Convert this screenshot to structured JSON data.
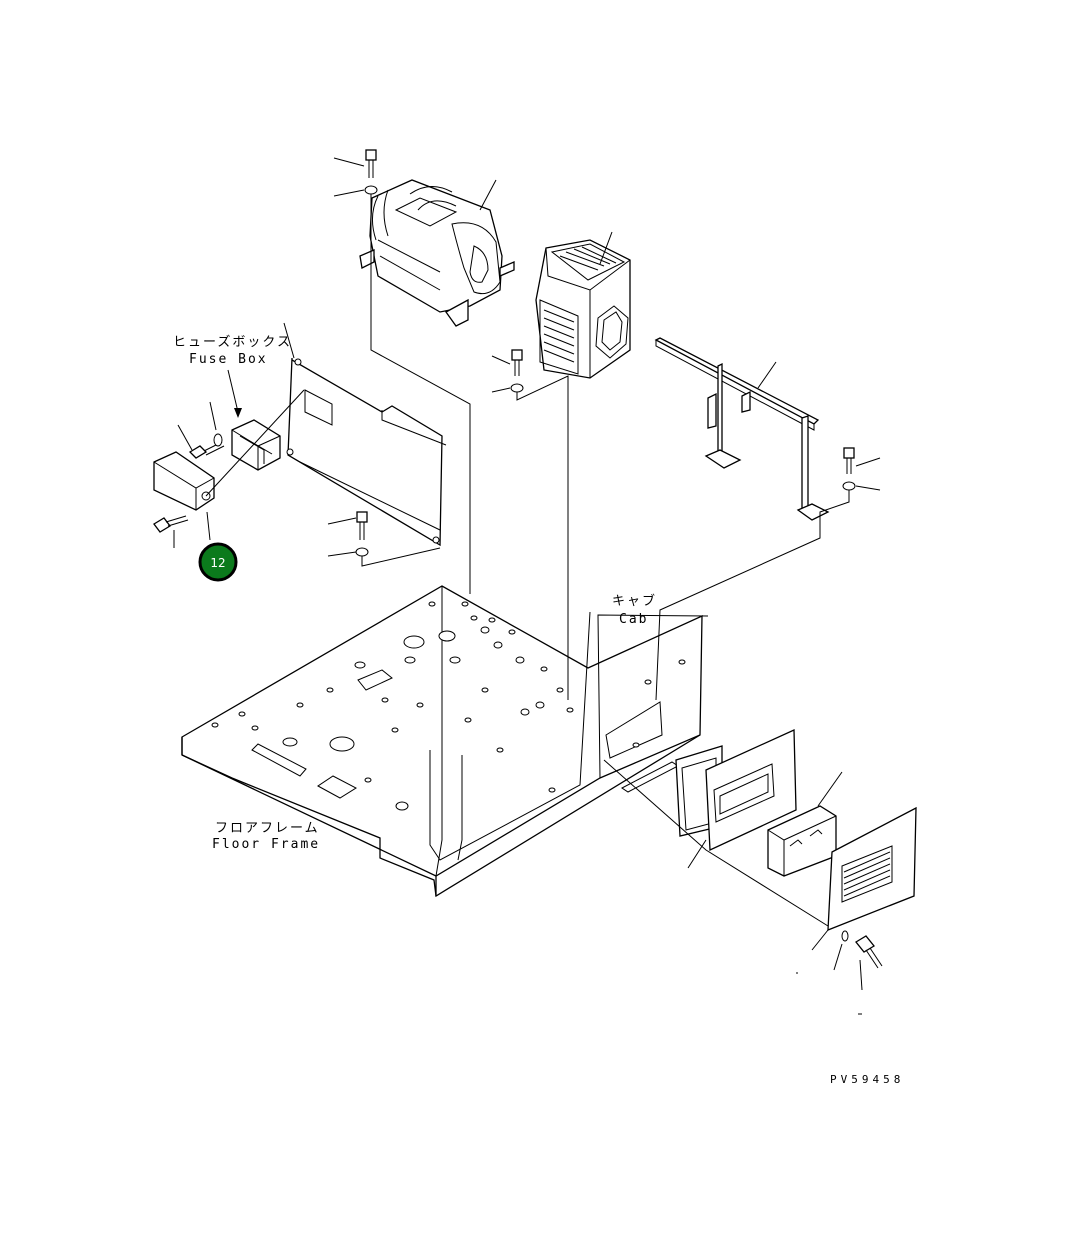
{
  "labels": {
    "fuse_box_jp": "ヒューズボックス",
    "fuse_box_en": "Fuse Box",
    "cab_jp": "キャブ",
    "cab_en": "Cab",
    "floor_frame_jp": "フロアフレーム",
    "floor_frame_en": "Floor Frame",
    "drawing_id": "PV59458"
  },
  "callout": {
    "number": "12",
    "color": "#0b7a1c",
    "ring_color": "#000000",
    "text_color": "#ffffff"
  }
}
